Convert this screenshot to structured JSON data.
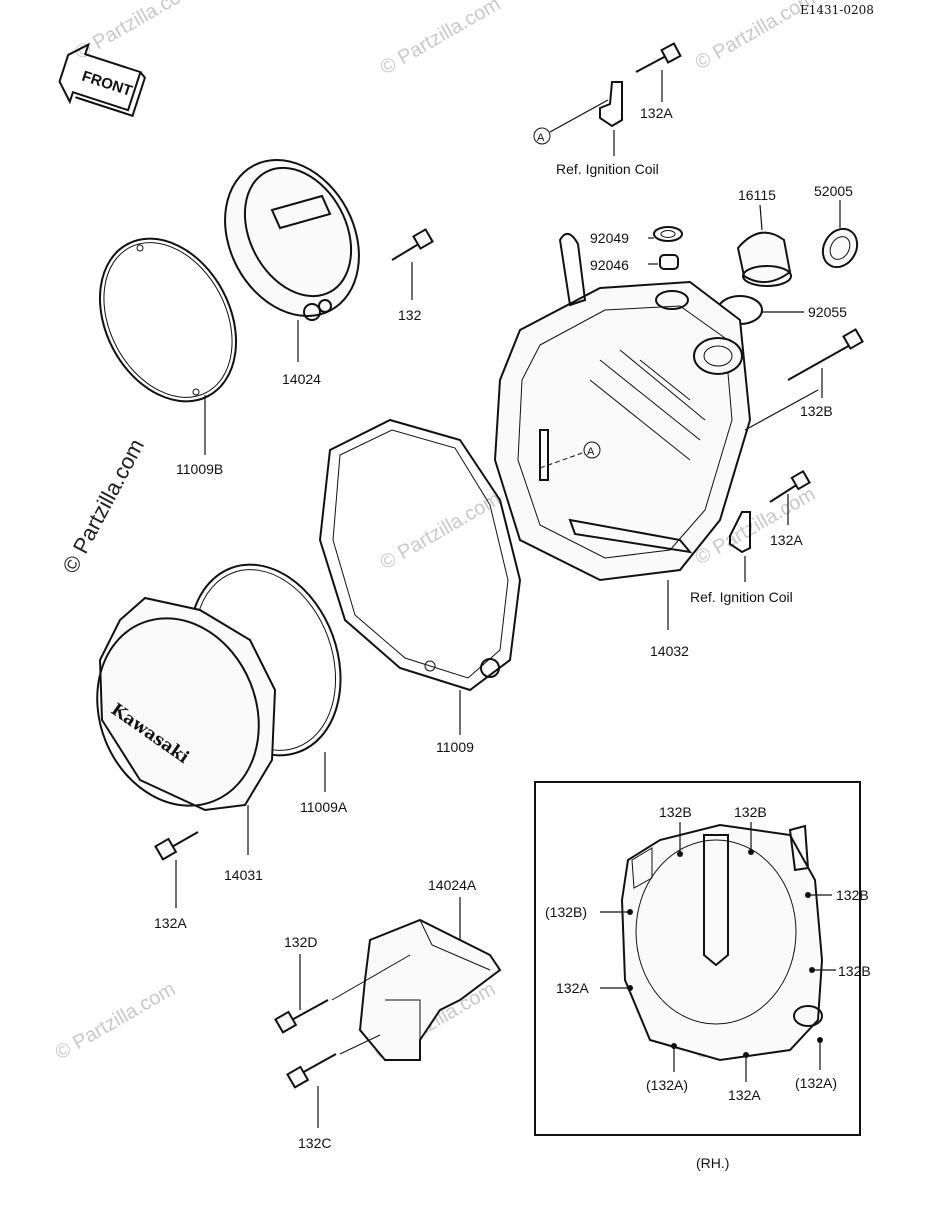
{
  "diagram_code": "E1431-0208",
  "front_arrow": "FRONT",
  "watermark": "© Partzilla.com",
  "callout_a": "A",
  "inset_caption": "(RH.)",
  "cover_logo": "Kawasaki",
  "parts": {
    "p132A_top": "132A",
    "ref_ignition_coil_top": "Ref. Ignition Coil",
    "p16115": "16115",
    "p52005": "52005",
    "p92049": "92049",
    "p92046": "92046",
    "p92055": "92055",
    "p132": "132",
    "p14024": "14024",
    "p11009B": "11009B",
    "p132B": "132B",
    "p132A_right": "132A",
    "ref_ignition_coil_right": "Ref. Ignition Coil",
    "p14032": "14032",
    "p11009": "11009",
    "p11009A": "11009A",
    "p14031": "14031",
    "p132A_left": "132A",
    "p14024A": "14024A",
    "p132D": "132D",
    "p132C": "132C"
  },
  "inset_labels": {
    "top_left": "132B",
    "top_right": "132B",
    "right_upper": "132B",
    "left_paren": "(132B)",
    "right_lower": "132B",
    "left_a": "132A",
    "bottom_left": "(132A)",
    "bottom_mid": "132A",
    "bottom_right": "(132A)"
  }
}
